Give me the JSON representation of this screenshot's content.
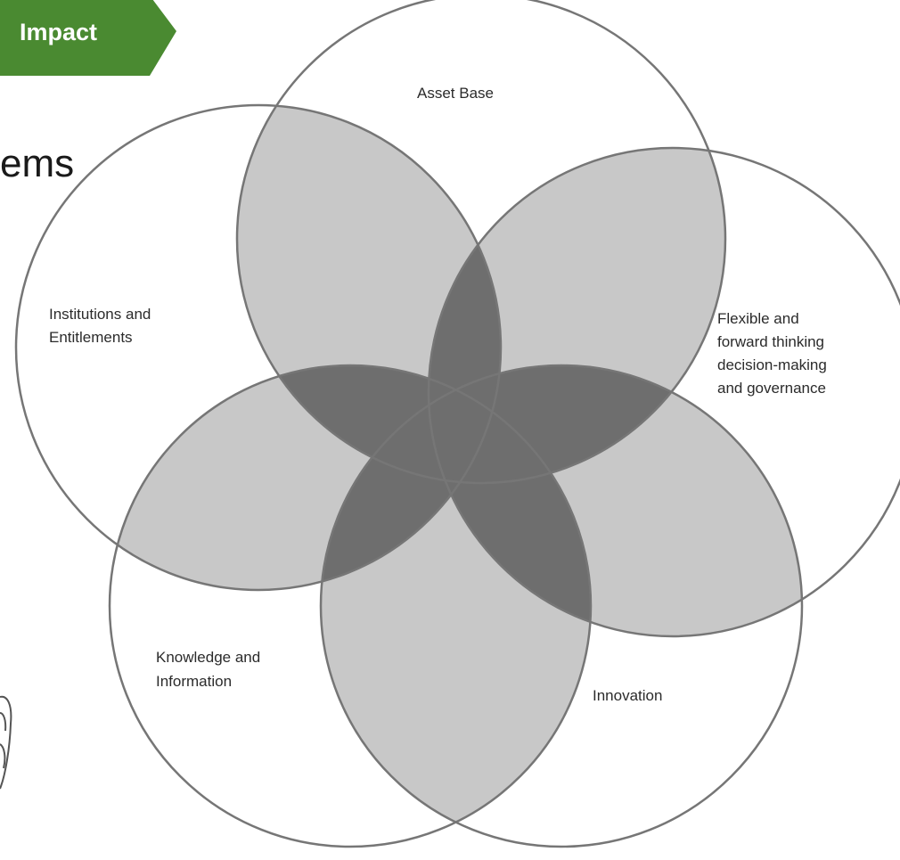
{
  "tag": {
    "label": "Impact"
  },
  "heading": {
    "fragment": "ems"
  },
  "diagram": {
    "circles": [
      {
        "id": "asset-base",
        "label_lines": [
          "Asset Base"
        ]
      },
      {
        "id": "institutions",
        "label_lines": [
          "Institutions and",
          "Entitlements"
        ]
      },
      {
        "id": "flexible",
        "label_lines": [
          "Flexible and",
          "forward thinking",
          "decision-making",
          "and governance"
        ]
      },
      {
        "id": "knowledge",
        "label_lines": [
          "Knowledge and",
          "Information"
        ]
      },
      {
        "id": "innovation",
        "label_lines": [
          "Innovation"
        ]
      }
    ],
    "colors": {
      "background": "#ffffff",
      "outline": "#767676",
      "pair_overlap": "#c8c8c8",
      "core_overlap": "#6e6e6e",
      "label": "#2b2b2b"
    }
  },
  "theme": {
    "tag_bg": "#4a8a31",
    "tag_text": "#ffffff",
    "heading_text": "#1a1a1a"
  }
}
